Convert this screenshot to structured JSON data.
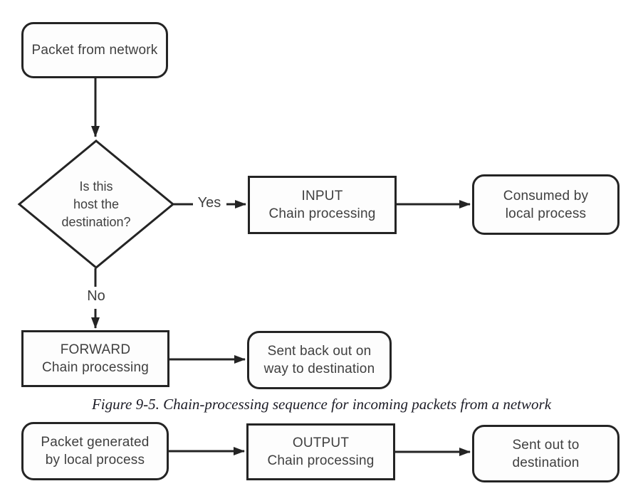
{
  "diagram": {
    "caption": "Figure 9-5. Chain-processing sequence for incoming packets from a network",
    "nodes": {
      "packet_from_network": {
        "label": "Packet from network"
      },
      "decision": {
        "line1": "Is this",
        "line2": "host the",
        "line3": "destination?"
      },
      "input_chain": {
        "line1": "INPUT",
        "line2": "Chain processing"
      },
      "consumed": {
        "line1": "Consumed by",
        "line2": "local process"
      },
      "forward_chain": {
        "line1": "FORWARD",
        "line2": "Chain processing"
      },
      "sent_back": {
        "line1": "Sent back out on",
        "line2": "way to destination"
      },
      "packet_generated": {
        "line1": "Packet generated",
        "line2": "by local process"
      },
      "output_chain": {
        "line1": "OUTPUT",
        "line2": "Chain processing"
      },
      "sent_out": {
        "line1": "Sent out to",
        "line2": "destination"
      }
    },
    "edge_labels": {
      "yes": "Yes",
      "no": "No"
    },
    "colors": {
      "line": "#242424",
      "node_text": "#3f3f3f",
      "caption_text": "#1c1c26",
      "background": "#ffffff"
    }
  }
}
